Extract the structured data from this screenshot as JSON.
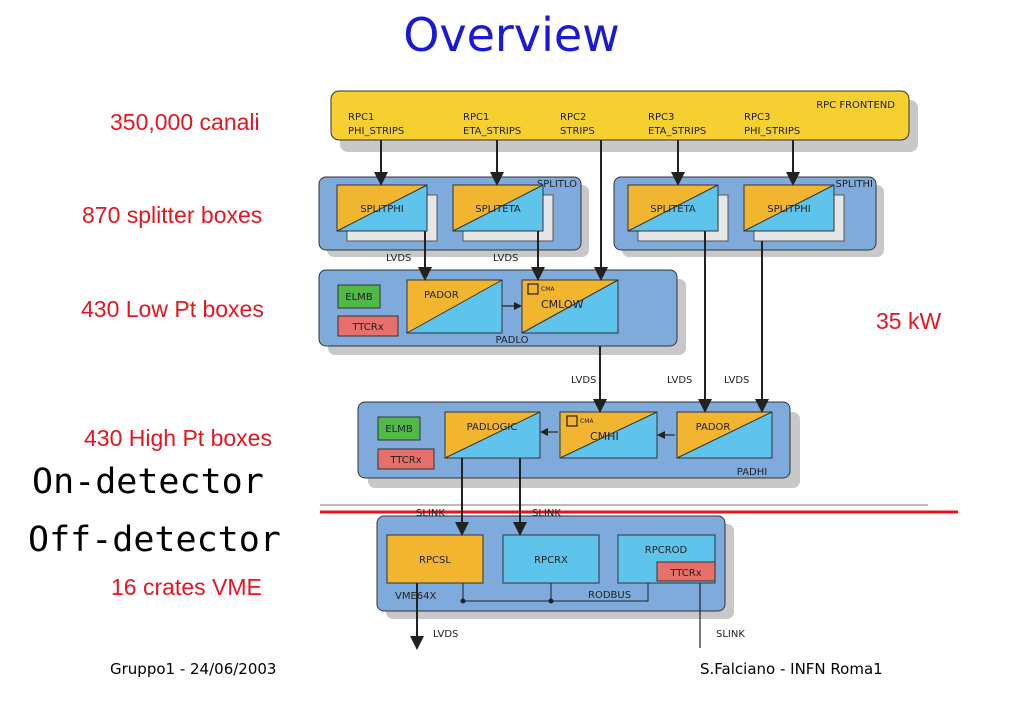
{
  "title": "Overview",
  "side_labels": {
    "channels": "350,000 canali",
    "splitter": "870 splitter boxes",
    "lowpt": "430 Low Pt boxes",
    "highpt": "430 High Pt boxes",
    "crates": "16 crates VME",
    "power": "35 kW"
  },
  "zones": {
    "on": "On-detector",
    "off": "Off-detector"
  },
  "footer": {
    "left": "Gruppo1 - 24/06/2003",
    "right": "S.Falciano - INFN Roma1"
  },
  "diagram": {
    "frontend": {
      "title": "RPC FRONTEND",
      "cols": [
        {
          "l1": "RPC1",
          "l2": "PHI_STRIPS"
        },
        {
          "l1": "RPC1",
          "l2": "ETA_STRIPS"
        },
        {
          "l1": "RPC2",
          "l2": "STRIPS"
        },
        {
          "l1": "RPC3",
          "l2": "ETA_STRIPS"
        },
        {
          "l1": "RPC3",
          "l2": "PHI_STRIPS"
        }
      ]
    },
    "splitlo": {
      "title": "SPLITLO",
      "box1": "SPLITPHI",
      "box2": "SPLITETA"
    },
    "splithi": {
      "title": "SPLITHI",
      "box1": "SPLITETA",
      "box2": "SPLITPHI"
    },
    "padlo": {
      "title": "PADLO",
      "elmb": "ELMB",
      "ttcrx": "TTCRx",
      "pador": "PADOR",
      "cmlow": "CMLOW",
      "chip": "CMA"
    },
    "padhi": {
      "title": "PADHI",
      "elmb": "ELMB",
      "ttcrx": "TTCRx",
      "padlogic": "PADLOGIC",
      "cmhi": "CMHI",
      "pador": "PADOR",
      "chip": "CMA"
    },
    "vme": {
      "title": "VME64X",
      "rpcsl": "RPCSL",
      "rpcrx": "RPCRX",
      "rpcrod": "RPCROD",
      "ttcrx": "TTCRx",
      "rodbus": "RODBUS"
    },
    "links": {
      "lvds": "LVDS",
      "slink": "SLINK"
    }
  }
}
